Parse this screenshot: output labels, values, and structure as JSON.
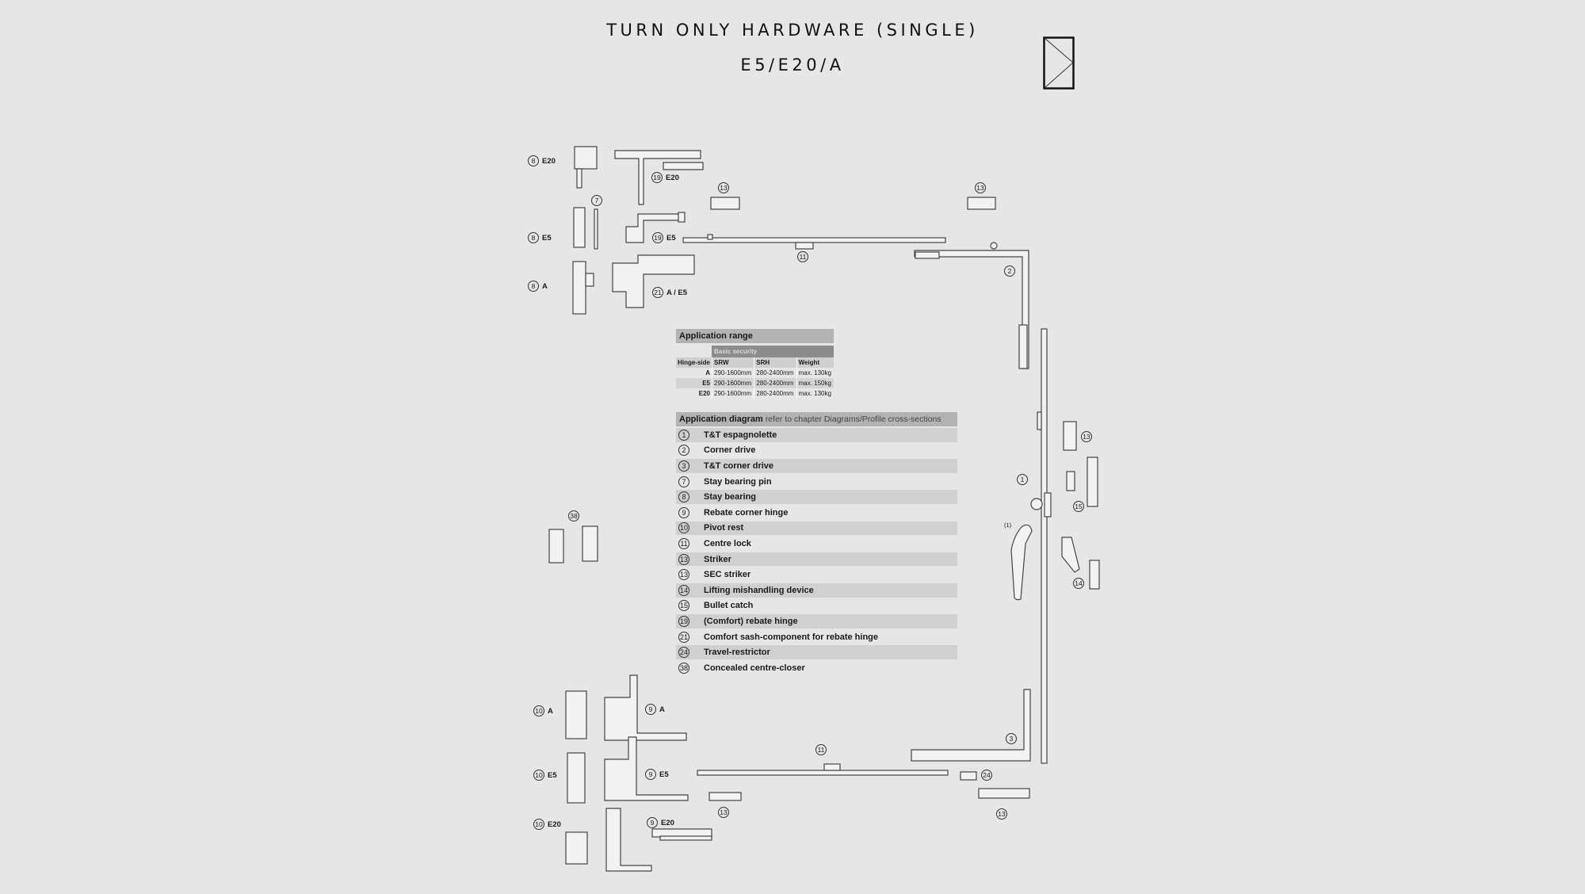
{
  "header": {
    "title": "TURN ONLY HARDWARE (SINGLE)",
    "subtitle": "E5/E20/A",
    "window_icon": "turn-only-window-icon"
  },
  "application_range": {
    "title": "Application range",
    "group": "Basic security",
    "columns": [
      "Hinge-side",
      "SRW",
      "SRH",
      "Weight"
    ],
    "rows": [
      [
        "A",
        "290-1600mm",
        "280-2400mm",
        "max. 130kg"
      ],
      [
        "E5",
        "290-1600mm",
        "280-2400mm",
        "max. 150kg"
      ],
      [
        "E20",
        "290-1600mm",
        "280-2400mm",
        "max. 130kg"
      ]
    ]
  },
  "application_diagram": {
    "title": "Application diagram",
    "subtitle": "refer to chapter Diagrams/Profile cross-sections",
    "items": [
      {
        "num": "1",
        "label": "T&T espagnolette"
      },
      {
        "num": "2",
        "label": "Corner drive"
      },
      {
        "num": "3",
        "label": "T&T corner drive"
      },
      {
        "num": "7",
        "label": "Stay bearing pin"
      },
      {
        "num": "8",
        "label": "Stay bearing"
      },
      {
        "num": "9",
        "label": "Rebate corner hinge"
      },
      {
        "num": "10",
        "label": "Pivot rest"
      },
      {
        "num": "11",
        "label": "Centre lock"
      },
      {
        "num": "13",
        "label": "Striker"
      },
      {
        "num": "13",
        "label": "SEC striker"
      },
      {
        "num": "14",
        "label": "Lifting mishandling device"
      },
      {
        "num": "15",
        "label": "Bullet catch"
      },
      {
        "num": "19",
        "label": "(Comfort) rebate hinge"
      },
      {
        "num": "21",
        "label": "Comfort sash-component for rebate hinge"
      },
      {
        "num": "24",
        "label": "Travel-restrictor"
      },
      {
        "num": "38",
        "label": "Concealed centre-closer"
      }
    ]
  },
  "callouts": [
    {
      "num": "8",
      "tag": "E20"
    },
    {
      "num": "19",
      "tag": "E20"
    },
    {
      "num": "7",
      "tag": ""
    },
    {
      "num": "13",
      "tag": ""
    },
    {
      "num": "13",
      "tag": ""
    },
    {
      "num": "8",
      "tag": "E5"
    },
    {
      "num": "19",
      "tag": "E5"
    },
    {
      "num": "11",
      "tag": ""
    },
    {
      "num": "2",
      "tag": ""
    },
    {
      "num": "8",
      "tag": "A"
    },
    {
      "num": "21",
      "tag": "A / E5"
    },
    {
      "num": "13",
      "tag": ""
    },
    {
      "num": "1",
      "tag": ""
    },
    {
      "num": "15",
      "tag": ""
    },
    {
      "num": "38",
      "tag": ""
    },
    {
      "num": "14",
      "tag": ""
    },
    {
      "num": "10",
      "tag": "A"
    },
    {
      "num": "9",
      "tag": "A"
    },
    {
      "num": "11",
      "tag": ""
    },
    {
      "num": "3",
      "tag": ""
    },
    {
      "num": "10",
      "tag": "E5"
    },
    {
      "num": "9",
      "tag": "E5"
    },
    {
      "num": "24",
      "tag": ""
    },
    {
      "num": "13",
      "tag": ""
    },
    {
      "num": "13",
      "tag": ""
    },
    {
      "num": "10",
      "tag": "E20"
    },
    {
      "num": "9",
      "tag": "E20"
    }
  ],
  "handle_note": "(1)"
}
